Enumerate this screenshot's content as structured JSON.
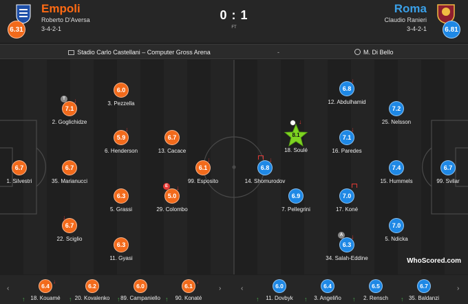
{
  "match": {
    "home_team": "Empoli",
    "home_manager": "Roberto D'Aversa",
    "home_formation": "3-4-2-1",
    "home_rating": "6.31",
    "away_team": "Roma",
    "away_manager": "Claudio Ranieri",
    "away_formation": "3-4-2-1",
    "away_rating": "6.81",
    "score": "0 : 1",
    "status": "FT",
    "home_color": "#f26a1b",
    "away_color": "#1e88e5"
  },
  "info": {
    "venue": "Stadio Carlo Castellani – Computer Gross Arena",
    "separator": "-",
    "referee": "M. Di Bello"
  },
  "home_players": [
    {
      "label": "1. Silvestri",
      "rating": "6.7"
    },
    {
      "label": "35. Marianucci",
      "rating": "6.7"
    },
    {
      "label": "3. Pezzella",
      "rating": "6.0"
    },
    {
      "label": "2. Goglichidze",
      "rating": "7.1"
    },
    {
      "label": "6. Henderson",
      "rating": "5.9"
    },
    {
      "label": "13. Cacace",
      "rating": "6.7"
    },
    {
      "label": "99. Esposito",
      "rating": "6.1"
    },
    {
      "label": "5. Grassi",
      "rating": "6.3"
    },
    {
      "label": "29. Colombo",
      "rating": "5.0"
    },
    {
      "label": "22. Sciglio",
      "rating": "6.7"
    },
    {
      "label": "11. Gyasi",
      "rating": "6.3"
    }
  ],
  "away_players": [
    {
      "label": "12. Abdulhamid",
      "rating": "6.8"
    },
    {
      "label": "25. Nelsson",
      "rating": "7.2"
    },
    {
      "label": "18. Soulé",
      "rating": "8.1"
    },
    {
      "label": "16. Paredes",
      "rating": "7.1"
    },
    {
      "label": "14. Shomurodov",
      "rating": "6.8"
    },
    {
      "label": "15. Hummels",
      "rating": "7.4"
    },
    {
      "label": "99. Svilar",
      "rating": "6.7"
    },
    {
      "label": "7. Pellegrini",
      "rating": "6.9"
    },
    {
      "label": "17. Koné",
      "rating": "7.0"
    },
    {
      "label": "5. Ndicka",
      "rating": "7.0"
    },
    {
      "label": "34. Salah-Eddine",
      "rating": "6.3"
    }
  ],
  "marks": {
    "goglichidze_letter": "T",
    "colombo_letter": "E",
    "salah_letter": "A",
    "sub_arrow": "↓"
  },
  "home_bench": [
    {
      "label": "18. Kouamé",
      "rating": "6.4"
    },
    {
      "label": "20. Kovalenko",
      "rating": "6.2"
    },
    {
      "label": "89. Campaniello",
      "rating": "6.0"
    },
    {
      "label": "90. Konaté",
      "rating": "6.1"
    }
  ],
  "away_bench": [
    {
      "label": "11. Dovbyk",
      "rating": "6.0"
    },
    {
      "label": "3. Angeliño",
      "rating": "6.4"
    },
    {
      "label": "2. Rensch",
      "rating": "6.5"
    },
    {
      "label": "35. Baldanzi",
      "rating": "6.7"
    }
  ],
  "watermark": {
    "brand": "WhoScored",
    "suffix": ".com"
  }
}
